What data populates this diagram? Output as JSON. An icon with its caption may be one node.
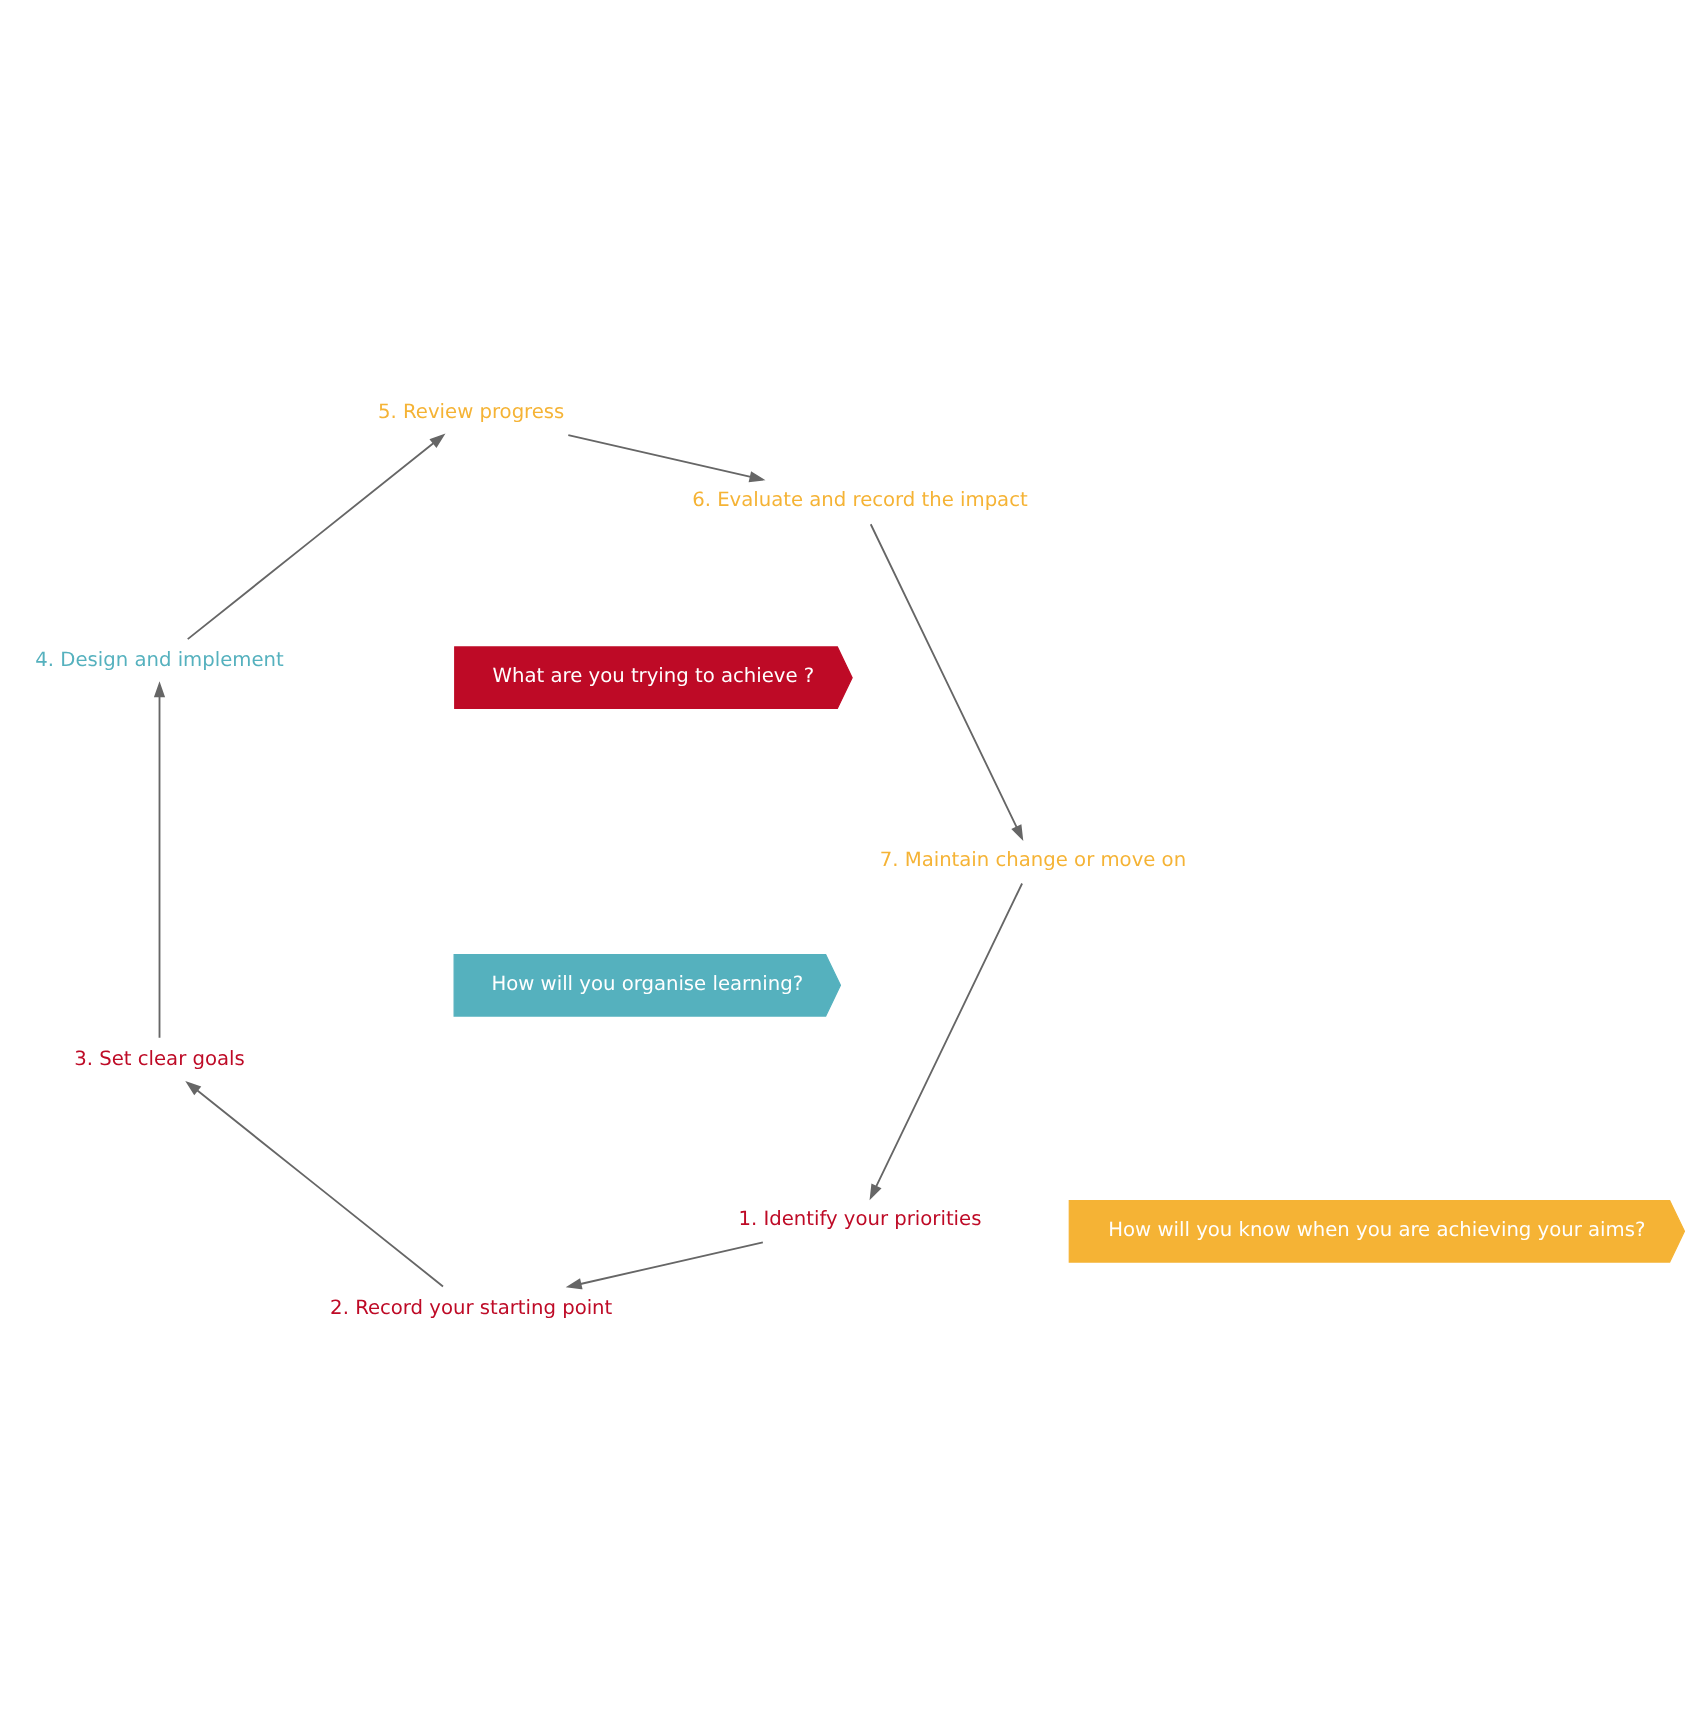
{
  "diagram": {
    "nodes": [
      {
        "text": [
          "1. Identify your priorities"
        ]
      },
      {
        "text": [
          "2. Record your starting point"
        ]
      },
      {
        "text": [
          "3. Set clear goals"
        ]
      },
      {
        "text": [
          "4. Design and implement"
        ]
      },
      {
        "text": [
          "5. Review progress"
        ]
      },
      {
        "text": [
          "6. Evaluate and record the impact"
        ]
      },
      {
        "text": [
          "7. Maintain change or move on"
        ]
      },
      {
        "text": [
          "What are you trying to achieve ?"
        ]
      },
      {
        "text": [
          "How will you organise learning?"
        ]
      },
      {
        "text": [
          "How will you know when you are achieving your aims?"
        ]
      }
    ],
    "edges": [
      {
        "from": 0,
        "to": 1,
        "arrow": "to"
      },
      {
        "from": 1,
        "to": 2,
        "arrow": "to"
      },
      {
        "from": 2,
        "to": 3,
        "arrow": "to"
      },
      {
        "from": 3,
        "to": 4,
        "arrow": "to"
      },
      {
        "from": 4,
        "to": 5,
        "arrow": "to"
      },
      {
        "from": 5,
        "to": 6,
        "arrow": "to"
      },
      {
        "from": 6,
        "to": 0,
        "arrow": "to"
      }
    ]
  }
}
